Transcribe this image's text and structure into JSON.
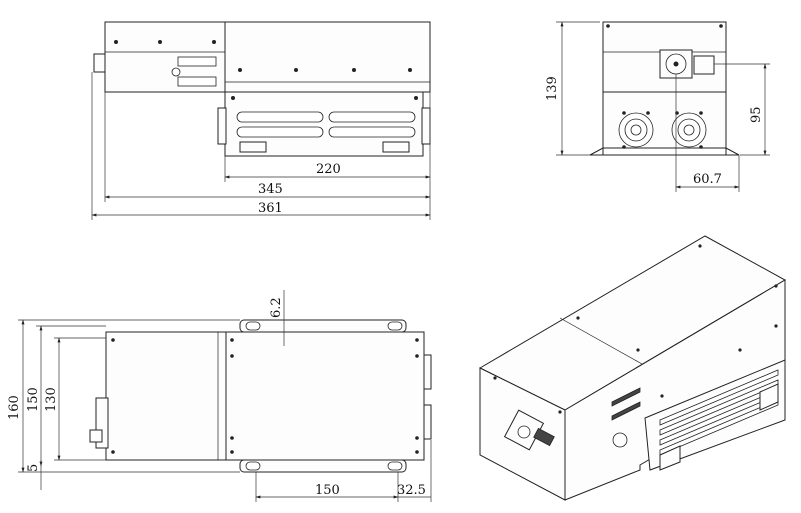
{
  "drawing": {
    "dimensions": {
      "d220": "220",
      "d345": "345",
      "d361": "361",
      "d139": "139",
      "d95": "95",
      "d60_7": "60.7",
      "d6_2": "6.2",
      "d160": "160",
      "d150v": "150",
      "d130": "130",
      "d5": "5",
      "d150h": "150",
      "d32_5": "32.5"
    }
  }
}
